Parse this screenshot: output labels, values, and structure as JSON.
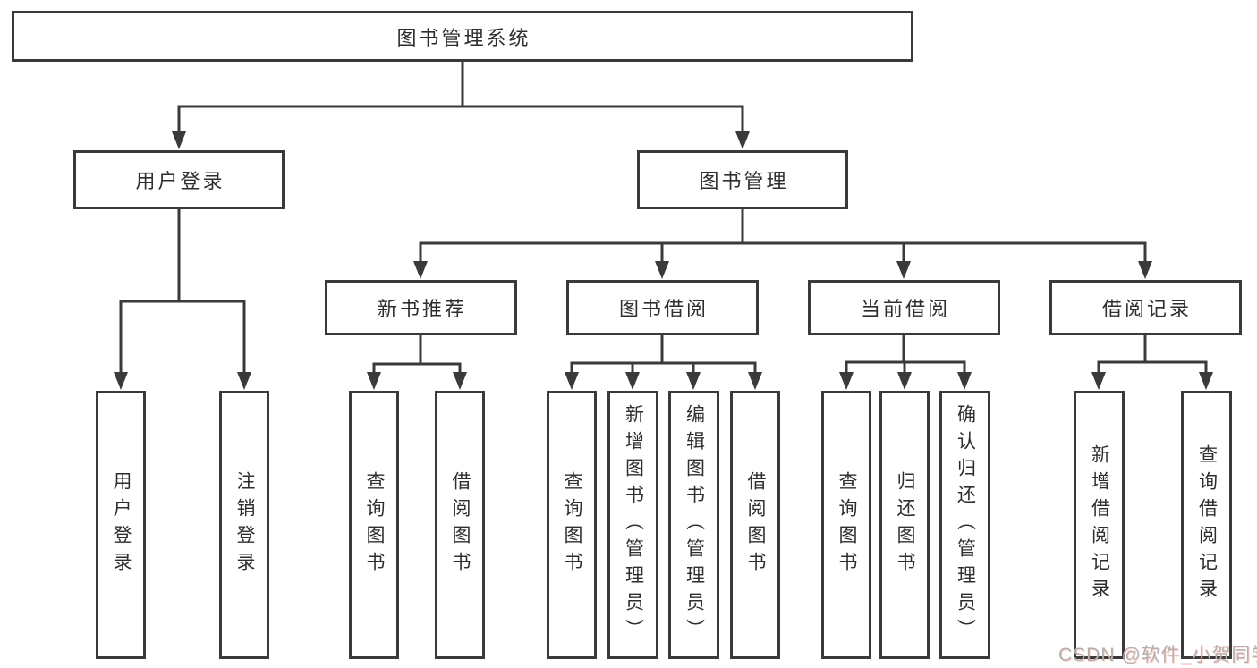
{
  "diagram_title": "图书管理系统",
  "colors": {
    "line": "#3a3a3a",
    "text": "#2e2e2e",
    "background": "#ffffff",
    "watermark_text": "#b4afaf"
  },
  "tree": {
    "label": "图书管理系统",
    "children": [
      {
        "label": "用户登录",
        "children": [
          {
            "label": "用户登录"
          },
          {
            "label": "注销登录"
          }
        ]
      },
      {
        "label": "图书管理",
        "children": [
          {
            "label": "新书推荐",
            "children": [
              {
                "label": "查询图书"
              },
              {
                "label": "借阅图书"
              }
            ]
          },
          {
            "label": "图书借阅",
            "children": [
              {
                "label": "查询图书"
              },
              {
                "label": "新增图书（管理员）"
              },
              {
                "label": "编辑图书（管理员）"
              },
              {
                "label": "借阅图书"
              }
            ]
          },
          {
            "label": "当前借阅",
            "children": [
              {
                "label": "查询图书"
              },
              {
                "label": "归还图书"
              },
              {
                "label": "确认归还（管理员）"
              }
            ]
          },
          {
            "label": "借阅记录",
            "children": [
              {
                "label": "新增借阅记录"
              },
              {
                "label": "查询借阅记录"
              }
            ]
          }
        ]
      }
    ]
  },
  "watermark": {
    "text": "CSDN @软件_小贺同学"
  }
}
